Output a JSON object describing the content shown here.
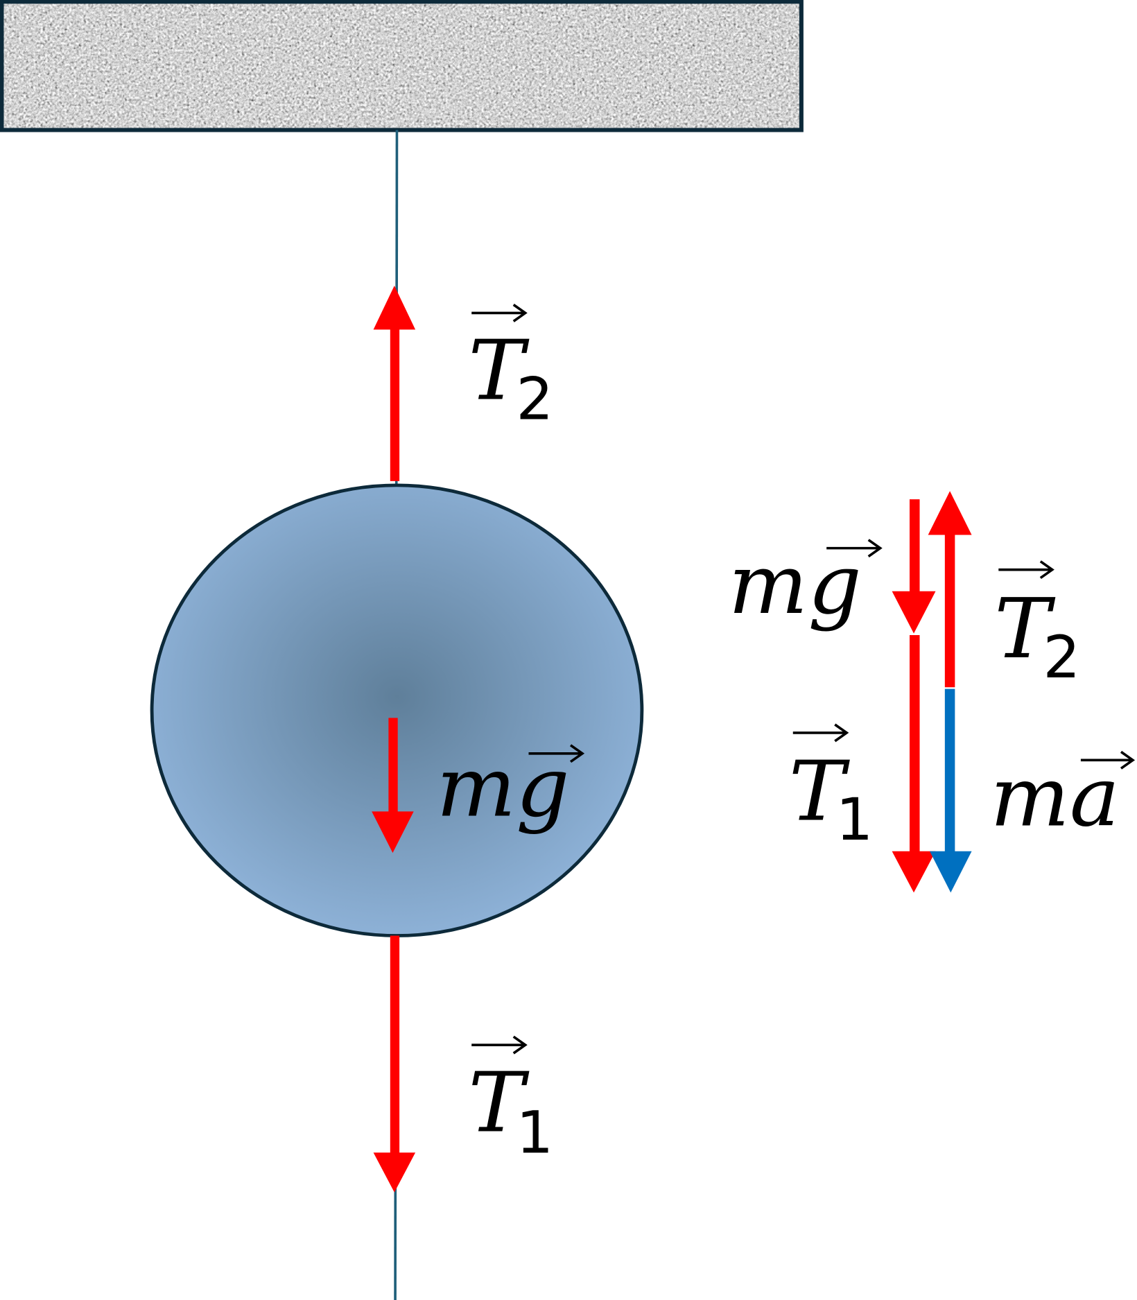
{
  "colors": {
    "force_arrow": "#ff0000",
    "acceleration_arrow": "#0070c0",
    "string": "#1f5f7a",
    "outline": "#0d2a3a",
    "ball_light": "#8fb3d9",
    "ball_dark": "#5f7f9a"
  },
  "labels": {
    "t2_main": {
      "symbol": "T",
      "sub": "2"
    },
    "mg_main": {
      "symbol": "mg"
    },
    "t1_main": {
      "symbol": "T",
      "sub": "1"
    },
    "mg_side": {
      "symbol": "mg"
    },
    "t2_side": {
      "symbol": "T",
      "sub": "2"
    },
    "t1_side": {
      "symbol": "T",
      "sub": "1"
    },
    "ma_side": {
      "symbol": "ma"
    }
  }
}
